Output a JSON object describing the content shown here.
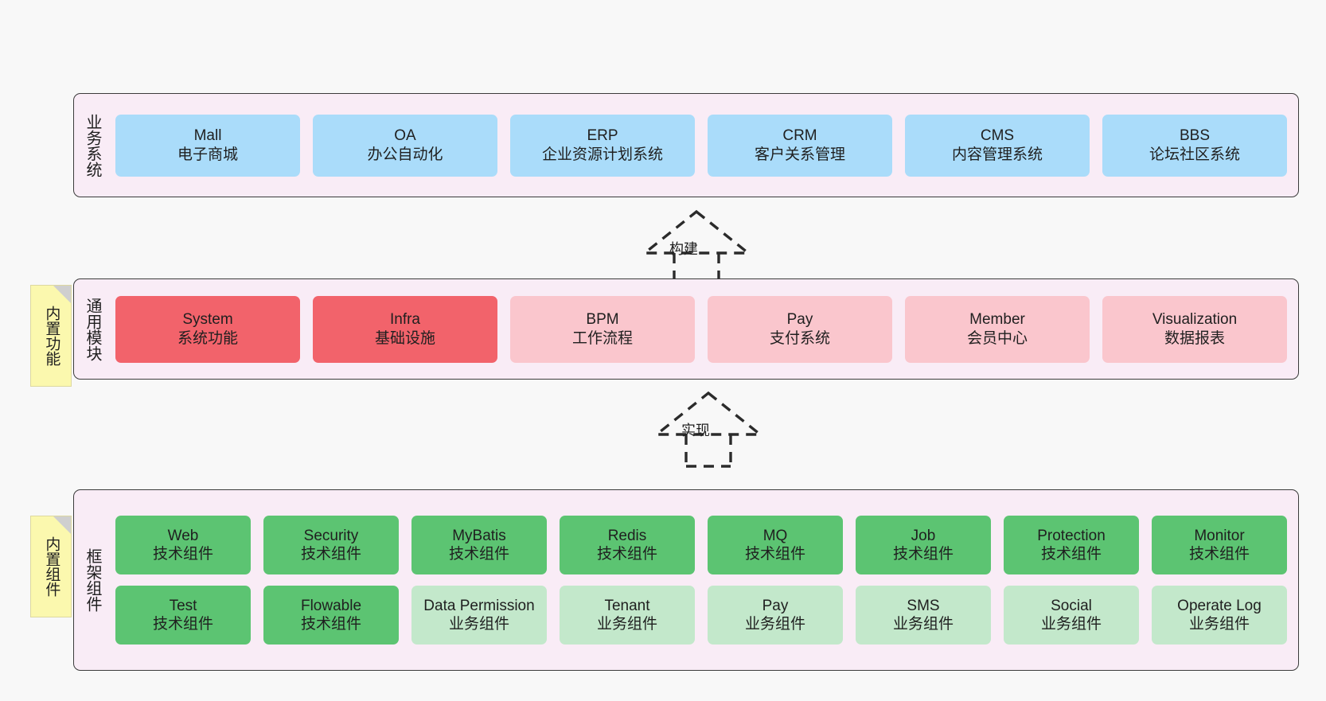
{
  "diagram": {
    "background": "#f8f8f8",
    "panel_fill": "#f9ecf6",
    "panel_border": "#3b3b3b"
  },
  "notes": [
    {
      "id": "note-builtin-function",
      "label": "内置功能"
    },
    {
      "id": "note-builtin-component",
      "label": "内置组件"
    }
  ],
  "connectors": [
    {
      "id": "connector-build",
      "label": "构建"
    },
    {
      "id": "connector-realize",
      "label": "实现"
    }
  ],
  "layers": [
    {
      "id": "business",
      "title": "业务系统",
      "accent": "#aadcfa",
      "rows": [
        {
          "cells": [
            {
              "name": "Mall",
              "desc": "电子商城",
              "color": "#aadcfa"
            },
            {
              "name": "OA",
              "desc": "办公自动化",
              "color": "#aadcfa"
            },
            {
              "name": "ERP",
              "desc": "企业资源计划系统",
              "color": "#aadcfa"
            },
            {
              "name": "CRM",
              "desc": "客户关系管理",
              "color": "#aadcfa"
            },
            {
              "name": "CMS",
              "desc": "内容管理系统",
              "color": "#aadcfa"
            },
            {
              "name": "BBS",
              "desc": "论坛社区系统",
              "color": "#aadcfa"
            }
          ]
        }
      ]
    },
    {
      "id": "modules",
      "title": "通用模块",
      "accent": "#f2636b",
      "rows": [
        {
          "cells": [
            {
              "name": "System",
              "desc": "系统功能",
              "color": "#f2636b"
            },
            {
              "name": "Infra",
              "desc": "基础设施",
              "color": "#f2636b"
            },
            {
              "name": "BPM",
              "desc": "工作流程",
              "color": "#fac6cd"
            },
            {
              "name": "Pay",
              "desc": "支付系统",
              "color": "#fac6cd"
            },
            {
              "name": "Member",
              "desc": "会员中心",
              "color": "#fac6cd"
            },
            {
              "name": "Visualization",
              "desc": "数据报表",
              "color": "#fac6cd"
            }
          ]
        }
      ]
    },
    {
      "id": "framework",
      "title": "框架组件",
      "accent": "#5cc472",
      "rows": [
        {
          "cells": [
            {
              "name": "Web",
              "desc": "技术组件",
              "color": "#5cc472"
            },
            {
              "name": "Security",
              "desc": "技术组件",
              "color": "#5cc472"
            },
            {
              "name": "MyBatis",
              "desc": "技术组件",
              "color": "#5cc472"
            },
            {
              "name": "Redis",
              "desc": "技术组件",
              "color": "#5cc472"
            },
            {
              "name": "MQ",
              "desc": "技术组件",
              "color": "#5cc472"
            },
            {
              "name": "Job",
              "desc": "技术组件",
              "color": "#5cc472"
            },
            {
              "name": "Protection",
              "desc": "技术组件",
              "color": "#5cc472"
            },
            {
              "name": "Monitor",
              "desc": "技术组件",
              "color": "#5cc472"
            }
          ]
        },
        {
          "cells": [
            {
              "name": "Test",
              "desc": "技术组件",
              "color": "#5cc472"
            },
            {
              "name": "Flowable",
              "desc": "技术组件",
              "color": "#5cc472"
            },
            {
              "name": "Data Permission",
              "desc": "业务组件",
              "color": "#c3e8cb"
            },
            {
              "name": "Tenant",
              "desc": "业务组件",
              "color": "#c3e8cb"
            },
            {
              "name": "Pay",
              "desc": "业务组件",
              "color": "#c3e8cb"
            },
            {
              "name": "SMS",
              "desc": "业务组件",
              "color": "#c3e8cb"
            },
            {
              "name": "Social",
              "desc": "业务组件",
              "color": "#c3e8cb"
            },
            {
              "name": "Operate Log",
              "desc": "业务组件",
              "color": "#c3e8cb"
            }
          ]
        }
      ]
    }
  ]
}
